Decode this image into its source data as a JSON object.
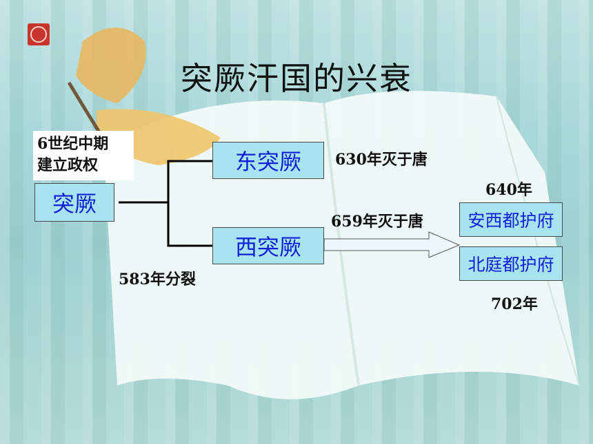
{
  "slide": {
    "title": "突厥汗国的兴衰",
    "note": [
      "6世纪中期",
      "建立政权"
    ],
    "boxes": {
      "tujue": "突厥",
      "east": "东突厥",
      "west": "西突厥",
      "anxi": "安西都护府",
      "beiting": "北庭都护府"
    },
    "labels": {
      "east_fall": "630年灭于唐",
      "west_fall": "659年灭于唐",
      "split": "583年分裂",
      "anxi_year": "640年",
      "beiting_year": "702年"
    }
  },
  "colors": {
    "box_fill": "#a8e4f0",
    "box_text": "#1020d8",
    "logo": "#c8332c"
  }
}
